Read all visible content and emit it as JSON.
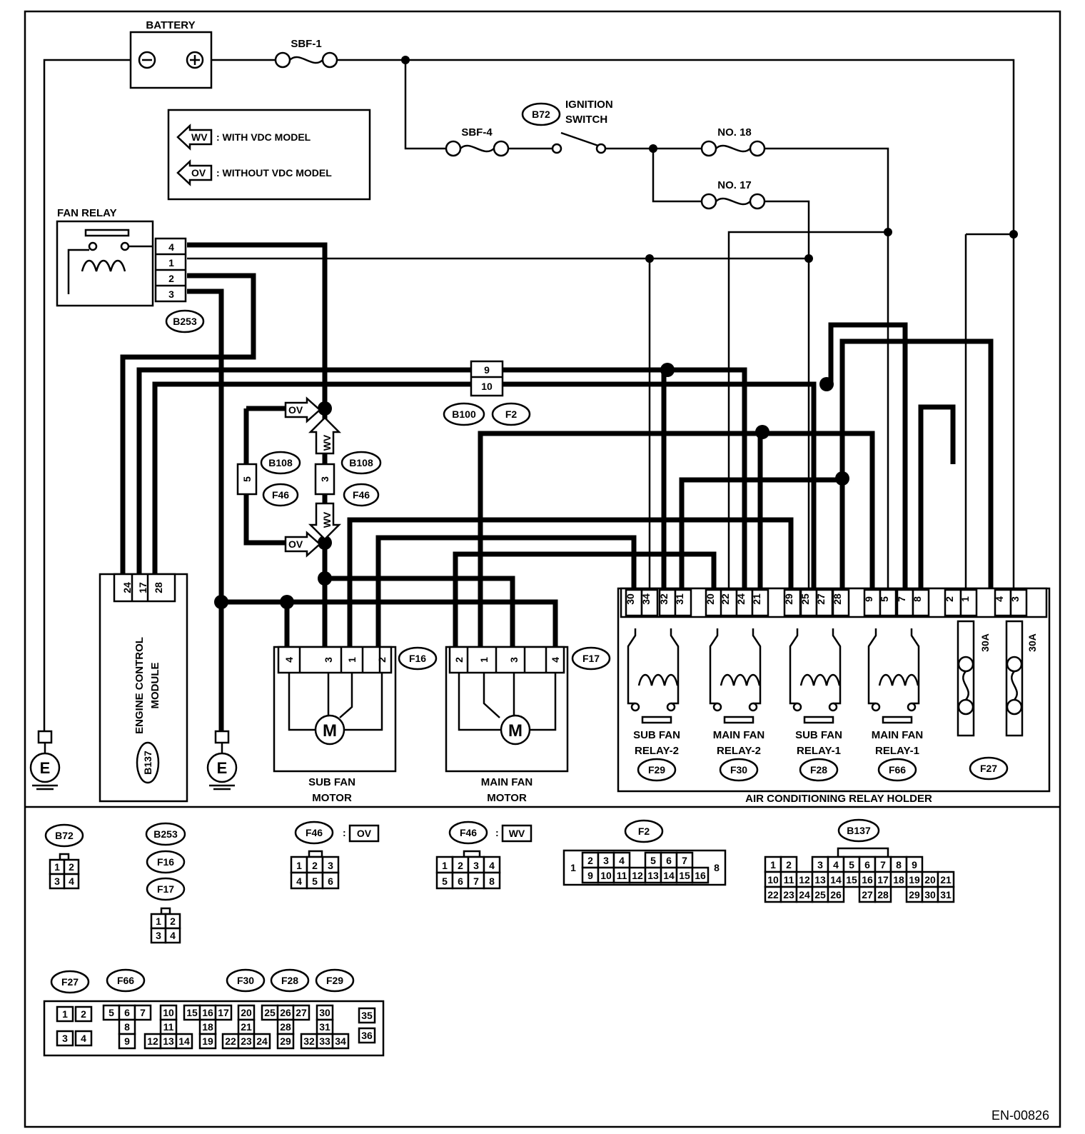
{
  "diagram_id": "EN-00826",
  "components": {
    "battery": "BATTERY",
    "sbf1": "SBF-1",
    "sbf4": "SBF-4",
    "ignition_code": "B72",
    "ignition": [
      "IGNITION",
      "SWITCH"
    ],
    "no18": "NO. 18",
    "no17": "NO. 17",
    "fan_relay": "FAN RELAY",
    "fan_relay_code": "B253",
    "ecm": [
      "ENGINE CONTROL",
      "MODULE"
    ],
    "ecm_code": "B137",
    "sub_fan_motor": [
      "SUB FAN",
      "MOTOR"
    ],
    "sub_fan_motor_code": "F16",
    "main_fan_motor": [
      "MAIN FAN",
      "MOTOR"
    ],
    "main_fan_motor_code": "F17",
    "relay_holder": "AIR CONDITIONING RELAY HOLDER",
    "motor_symbol": "M",
    "ground_symbol": "E",
    "fuse_rating": "30A"
  },
  "legend": {
    "wv_code": "WV",
    "wv_text": ": WITH VDC MODEL",
    "ov_code": "OV",
    "ov_text": ": WITHOUT VDC MODEL"
  },
  "relays": [
    {
      "name": [
        "SUB FAN",
        "RELAY-2"
      ],
      "code": "F29"
    },
    {
      "name": [
        "MAIN FAN",
        "RELAY-2"
      ],
      "code": "F30"
    },
    {
      "name": [
        "SUB FAN",
        "RELAY-1"
      ],
      "code": "F28"
    },
    {
      "name": [
        "MAIN FAN",
        "RELAY-1"
      ],
      "code": "F66"
    },
    {
      "name": [
        "",
        ""
      ],
      "code": "F27"
    }
  ],
  "connectors": {
    "b100": "B100",
    "f2": "F2",
    "b108": "B108",
    "f46": "F46",
    "fan_relay_pins": [
      "4",
      "1",
      "2",
      "3"
    ],
    "ecm_pins": [
      "24",
      "17",
      "28"
    ],
    "sub_motor_pins": [
      "4",
      "3",
      "1",
      "2"
    ],
    "main_motor_pins": [
      "2",
      "1",
      "3",
      "4"
    ],
    "joint_pins": [
      "9",
      "10"
    ],
    "b108_ov_pin": "5",
    "b108_wv_pin": "3",
    "holder_pins": [
      "30",
      "34",
      "32",
      "31",
      "20",
      "22",
      "24",
      "21",
      "29",
      "25",
      "27",
      "28",
      "9",
      "5",
      "7",
      "8",
      "2",
      "1",
      "4",
      "3"
    ]
  },
  "views": {
    "b72": {
      "code": "B72",
      "rows": [
        [
          "1",
          "2"
        ],
        [
          "3",
          "4"
        ]
      ]
    },
    "b253": {
      "codes": [
        "B253",
        "F16",
        "F17"
      ],
      "rows": [
        [
          "1",
          "2"
        ],
        [
          "3",
          "4"
        ]
      ]
    },
    "f46_ov": {
      "code": "F46",
      "tag": "OV",
      "rows": [
        [
          "1",
          "2",
          "3"
        ],
        [
          "4",
          "5",
          "6"
        ]
      ]
    },
    "f46_wv": {
      "code": "F46",
      "tag": "WV",
      "rows": [
        [
          "1",
          "2",
          "3",
          "4"
        ],
        [
          "5",
          "6",
          "7",
          "8"
        ]
      ]
    },
    "f2": {
      "code": "F2",
      "left": "1",
      "right": "8",
      "rows": [
        [
          "2",
          "3",
          "4",
          "",
          "5",
          "6",
          "7"
        ],
        [
          "9",
          "10",
          "11",
          "12",
          "13",
          "14",
          "15",
          "16"
        ]
      ]
    },
    "b137": {
      "code": "B137",
      "rows": [
        [
          "1",
          "2",
          "",
          "3",
          "4",
          "5",
          "6",
          "7",
          "8",
          "9"
        ],
        [
          "10",
          "11",
          "12",
          "13",
          "14",
          "15",
          "16",
          "17",
          "18",
          "19",
          "20",
          "21"
        ],
        [
          "22",
          "23",
          "24",
          "25",
          "26",
          "",
          "27",
          "28",
          "",
          "29",
          "30",
          "31"
        ]
      ]
    },
    "holder": {
      "codes": [
        "F27",
        "F66",
        "F30",
        "F28",
        "F29"
      ],
      "cells": [
        "1",
        "2",
        "3",
        "4",
        "5",
        "6",
        "7",
        "8",
        "9",
        "10",
        "11",
        "12",
        "13",
        "14",
        "15",
        "16",
        "17",
        "18",
        "19",
        "20",
        "21",
        "22",
        "23",
        "24",
        "25",
        "26",
        "27",
        "28",
        "29",
        "30",
        "31",
        "32",
        "33",
        "34",
        "35",
        "36"
      ]
    }
  }
}
